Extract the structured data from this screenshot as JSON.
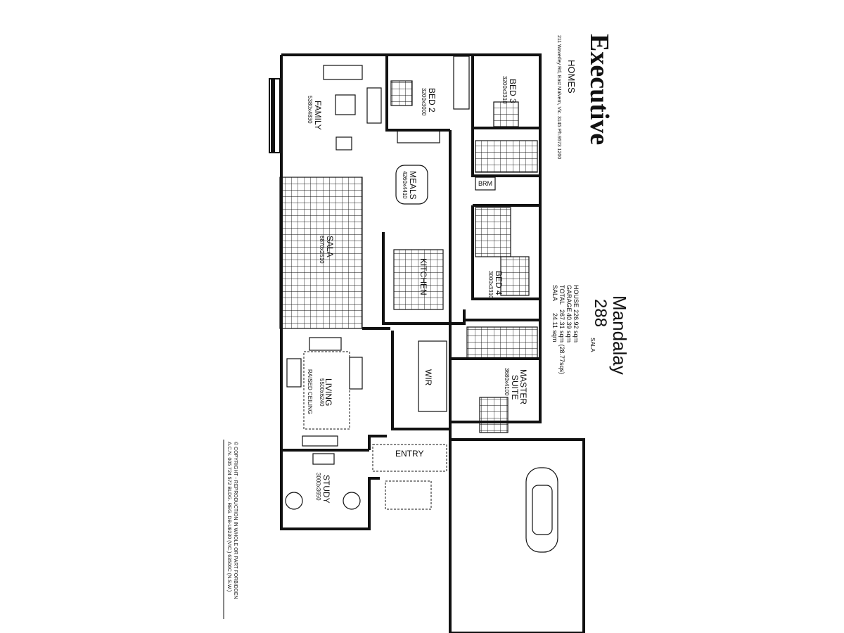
{
  "brand": {
    "logo_text": "Executive",
    "logo_sub": "HOMES",
    "address": "211 Waverley Rd, East Malvern, Vic. 3145   Ph.9573 1200"
  },
  "plan": {
    "name": "Mandalay",
    "number": "288",
    "variant": "SALA",
    "areas": [
      {
        "label": "HOUSE",
        "value": "226.92 sqm"
      },
      {
        "label": "GARAGE",
        "value": "40.39 sqm"
      },
      {
        "label": "TOTAL",
        "value": "267.31 sqm  (28.77sqs)"
      },
      {
        "label": "SALA",
        "value": "24.11 sqm"
      }
    ]
  },
  "rooms": {
    "family": {
      "name": "FAMILY",
      "size": "5380x4830"
    },
    "bed2": {
      "name": "BED 2",
      "size": "3200x3000"
    },
    "bed3": {
      "name": "BED 3",
      "size": "3200x3310"
    },
    "meals": {
      "name": "MEALS",
      "size": "4260x4410"
    },
    "brm": {
      "name": "BRM"
    },
    "sala": {
      "name": "SALA",
      "size": "6870x2510"
    },
    "kitchen": {
      "name": "KITCHEN"
    },
    "bed4": {
      "name": "BED 4",
      "size": "3000x3310"
    },
    "living": {
      "name": "LIVING",
      "size": "5500x6240",
      "note": "RAISED CEILING"
    },
    "wir": {
      "name": "WIR"
    },
    "master": {
      "name": "MASTER",
      "name2": "SUITE",
      "size": "3680x4100"
    },
    "entry": {
      "name": "ENTRY"
    },
    "study": {
      "name": "STUDY",
      "size": "3000x3650"
    }
  },
  "copyright": {
    "line1": "© COPYRIGHT - REPRODUCTION IN WHOLE OR PART FORBIDDEN",
    "line2": "A.C.N. 005 724 572      BLDG. REG. DB-U8230 (VIC.)  63506C (N.S.W.)"
  }
}
